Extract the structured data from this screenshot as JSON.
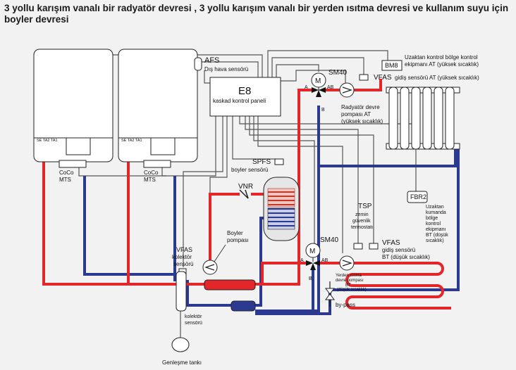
{
  "title": "3 yollu karışım vanalı bir radyatör devresi , 3 yollu karışım vanalı bir yerden ısıtma devresi ve kullanım suyu için boyler devresi",
  "colors": {
    "hot": "#e3262a",
    "cold": "#2b3990",
    "wire": "#555555",
    "bg": "#f2f2f2"
  },
  "labels": {
    "afs": "AFS",
    "afs_desc": "Dış hava sensörü",
    "e8": "E8",
    "e8_desc": "kaskad kontrol paneli",
    "sm40_top": "SM40",
    "sm40_bottom": "SM40",
    "bm8": "BM8",
    "bm8_desc_1": "Uzaktan kontrol bölge kontrol",
    "bm8_desc_2": "ekipmanı AT (yüksek sıcaklık)",
    "vfas_top": "VFAS",
    "vfas_top_desc": "gidiş sensörü AT (yüksek sıcaklık)",
    "port_a1": "A",
    "port_ab1": "AB",
    "port_b1": "B",
    "port_a2": "A",
    "port_ab2": "AB",
    "port_b2": "B",
    "pump_at_1": "Radyatör devre",
    "pump_at_2": "pompası AT",
    "pump_at_3": "(yüksek sıcaklık)",
    "boiler_left_terms": "SE TA2 TA1",
    "boiler_right_terms": "SE TA2 TA1",
    "coco_left_1": "CoCo",
    "coco_left_2": "MTS",
    "coco_right_1": "CoCo",
    "coco_right_2": "MTS",
    "spfs": "SPFS",
    "spfs_desc": "boyler sensörü",
    "vnr": "VNR",
    "fbr2": "FBR2",
    "fbr2_desc_1": "Uzaktan",
    "fbr2_desc_2": "kumanda",
    "fbr2_desc_3": "bölge",
    "fbr2_desc_4": "kontrol",
    "fbr2_desc_5": "ekipmanı",
    "fbr2_desc_6": "BT (düşük",
    "fbr2_desc_7": "sıcaklık)",
    "tsp_1": "TSP",
    "tsp_2": "zemin",
    "tsp_3": "güvenlik",
    "tsp_4": "termostatı",
    "boyler_pump_1": "Boyler",
    "boyler_pump_2": "pompası",
    "vfas_kol_1": "VFAS",
    "vfas_kol_2": "kolektör",
    "vfas_kol_3": "sensörü",
    "vfas_bt": "VFAS",
    "vfas_bt_desc_1": "gidiş sensörü",
    "vfas_bt_desc_2": "BT (düşük sıcaklık)",
    "pump_bt_1": "Yerden ısıtma",
    "pump_bt_2": "devre pompası",
    "pump_bt_3": "BT",
    "pump_bt_4": "(düşük sıcaklık)",
    "bypass": "by-pass",
    "kol_sensor_1": "kolektör",
    "kol_sensor_2": "sensörü",
    "expansion_tank": "Genleşme tankı"
  }
}
